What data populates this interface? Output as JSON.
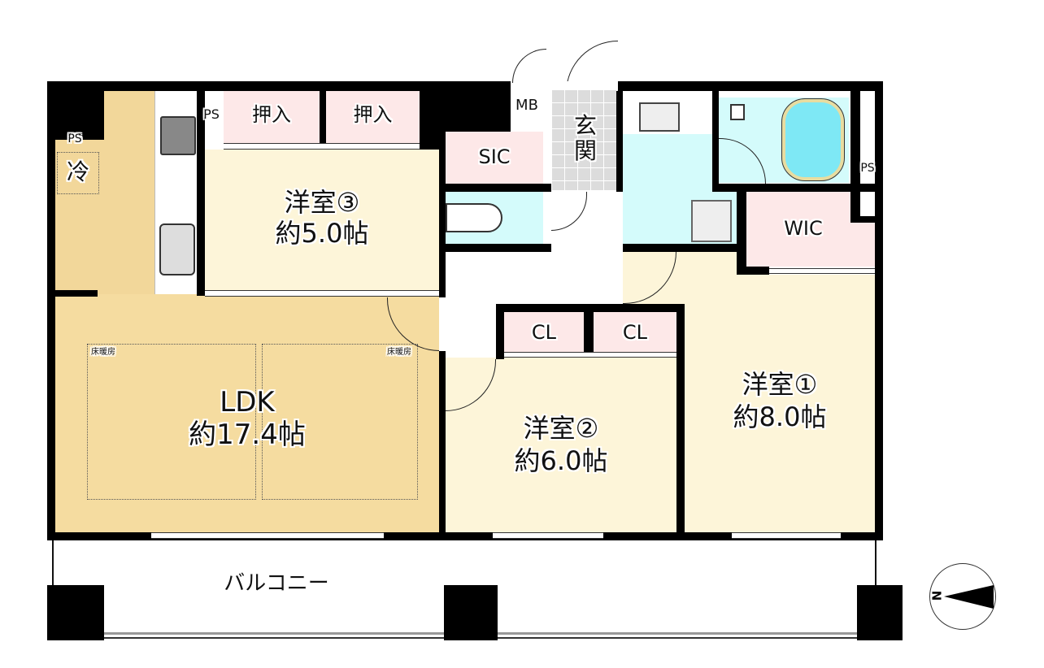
{
  "floorplan": {
    "colors": {
      "wall": "#000000",
      "ldk_floor": "#f5dca0",
      "kitchen_floor": "#f2d79a",
      "western_room_floor": "#fdf5d9",
      "closet_fill": "#fde8e8",
      "wet_area_fill": "#d4fbfb",
      "entrance_tile": "#dcdcdc",
      "bathtub": "#7ee8f5"
    },
    "rooms": {
      "ldk": {
        "name": "LDK",
        "size": "約17.4帖"
      },
      "room3": {
        "name": "洋室③",
        "size": "約5.0帖"
      },
      "room2": {
        "name": "洋室②",
        "size": "約6.0帖"
      },
      "room1": {
        "name": "洋室①",
        "size": "約8.0帖"
      },
      "balcony": {
        "name": "バルコニー"
      },
      "entrance": {
        "name": "玄関"
      },
      "sic": {
        "name": "SIC"
      },
      "wic": {
        "name": "WIC"
      },
      "mb": {
        "name": "MB"
      },
      "closet_a": {
        "name": "押入"
      },
      "closet_b": {
        "name": "押入"
      },
      "cl_a": {
        "name": "CL"
      },
      "cl_b": {
        "name": "CL"
      }
    },
    "labels": {
      "ps_kitchen": "PS",
      "ps_top": "PS",
      "ps_bath": "PS",
      "fridge": "冷",
      "floor_heating_left": "床暖房",
      "floor_heating_right": "床暖房"
    },
    "compass": {
      "direction_label": "N"
    }
  }
}
